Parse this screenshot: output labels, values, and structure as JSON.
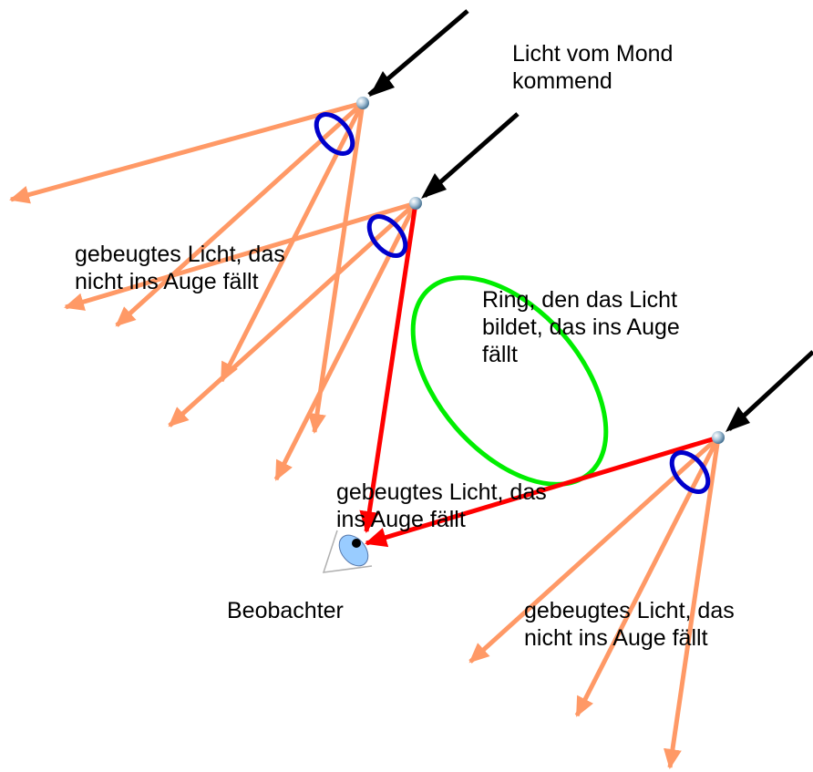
{
  "labels": {
    "moonlight": [
      "Licht vom Mond",
      "kommend"
    ],
    "diffracted_not_eye_top": [
      "gebeugtes Licht, das",
      "nicht ins Auge fällt"
    ],
    "ring": [
      "Ring, den das Licht",
      "bildet, das ins Auge",
      "fällt"
    ],
    "diffracted_eye": [
      "gebeugtes Licht, das",
      "ins Auge fällt"
    ],
    "observer": "Beobachter",
    "diffracted_not_eye_bottom": [
      "gebeugtes Licht, das",
      "nicht ins Auge fällt"
    ]
  },
  "colors": {
    "incoming_light": "#000000",
    "diffracted_light_missing_eye": "#ff9966",
    "diffracted_light_reaching_eye": "#ff0000",
    "diffraction_cone_ellipse": "#0000cc",
    "ring": "#00ee00",
    "droplet": "#a9c4d8",
    "eye": "#99ccff",
    "pupil": "#000000"
  },
  "icons": {
    "droplet": "water-droplet-icon",
    "eye": "eye-icon"
  }
}
